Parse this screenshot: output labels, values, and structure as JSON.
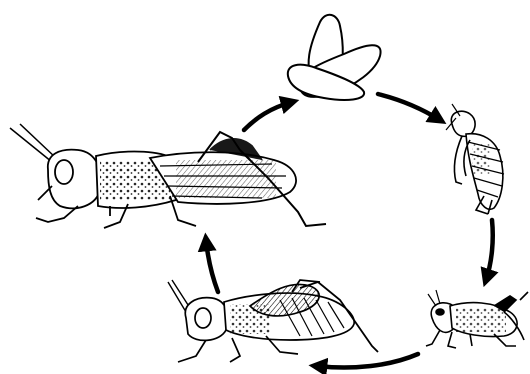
{
  "diagram": {
    "type": "life-cycle",
    "stages": [
      {
        "id": "eggs",
        "icon": "grasshopper-eggs-icon"
      },
      {
        "id": "nymph-early",
        "icon": "early-nymph-icon"
      },
      {
        "id": "nymph-mid",
        "icon": "small-nymph-icon"
      },
      {
        "id": "nymph-late",
        "icon": "late-nymph-icon"
      },
      {
        "id": "adult",
        "icon": "adult-grasshopper-icon"
      }
    ],
    "arrows": [
      {
        "from": "eggs",
        "to": "nymph-early"
      },
      {
        "from": "nymph-early",
        "to": "nymph-mid"
      },
      {
        "from": "nymph-mid",
        "to": "nymph-late"
      },
      {
        "from": "nymph-late",
        "to": "adult"
      },
      {
        "from": "adult",
        "to": "eggs"
      }
    ],
    "colors": {
      "ink": "#000000",
      "background": "#ffffff"
    }
  }
}
